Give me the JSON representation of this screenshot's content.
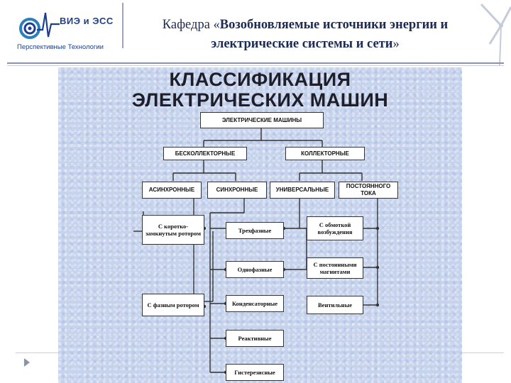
{
  "header": {
    "logo": {
      "name": "ВИЭ и ЭСС",
      "subtitle_part1": "Перспективные",
      "subtitle_part2": "Технологии",
      "accent_color": "#1d3f8f"
    },
    "title_prefix": "Кафедра «",
    "title_bold_line1": "Возобновляемые источники энергии и",
    "title_bold_line2": "электрические системы и сети",
    "title_suffix": "»"
  },
  "slide": {
    "title_line1": "КЛАССИФИКАЦИЯ",
    "title_line2": "ЭЛЕКТРИЧЕСКИХ МАШИН",
    "background_color": "#c6d3ec"
  },
  "diagram": {
    "root": "ЭЛЕКТРИЧЕСКИЕ МАШИНЫ",
    "brushless": "БЕСКОЛЛЕКТОРНЫЕ",
    "collector": "КОЛЛЕКТОРНЫЕ",
    "async": "АСИНХРОННЫЕ",
    "sync": "СИНХРОННЫЕ",
    "universal": "УНИВЕРСАЛЬНЫЕ",
    "dc": "ПОСТОЯННОГО ТОКА",
    "squirrel_cage": "С коротко-замкнутым ротором",
    "wound_rotor": "С фазным ротором",
    "three_phase": "Трехфазные",
    "single_phase": "Однофазные",
    "capacitor": "Конденсаторные",
    "reactive": "Реактивные",
    "hysteresis": "Гистерезисные",
    "field_winding": "С обмоткой возбуждения",
    "permanent_magnets": "С постоянными магнитами",
    "valve": "Вентильные"
  }
}
